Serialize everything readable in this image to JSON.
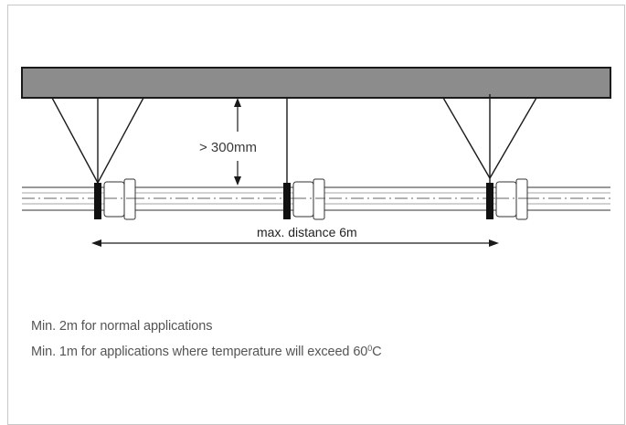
{
  "diagram": {
    "clearance_label": "> 300mm",
    "distance_label": "max. distance 6m"
  },
  "notes": {
    "line1": "Min. 2m for normal applications",
    "line2_prefix": "Min. 1m for applications where temperature will exceed 60",
    "line2_sup": "0",
    "line2_suffix": "C"
  }
}
